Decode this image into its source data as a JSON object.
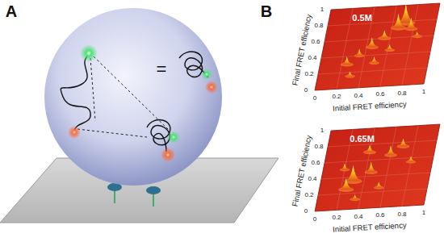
{
  "diagram": {
    "labels": [
      "A",
      "B",
      "=",
      "0.5M",
      "Final FRET efficiency",
      "Initial FRET efficiency",
      "1",
      "0.8",
      "0.6",
      "0.4",
      "0.2",
      "0",
      "0",
      "0.2",
      "0.4",
      "0.6",
      "0.8",
      "1",
      "0.65M",
      "Final FRET efficiency",
      "Initial FRET efficiency",
      "1",
      "0.8",
      "0.6",
      "0.4",
      "0.2",
      "0",
      "0",
      "0.2",
      "0.4",
      "0.6",
      "0.8",
      "1"
    ]
  }
}
